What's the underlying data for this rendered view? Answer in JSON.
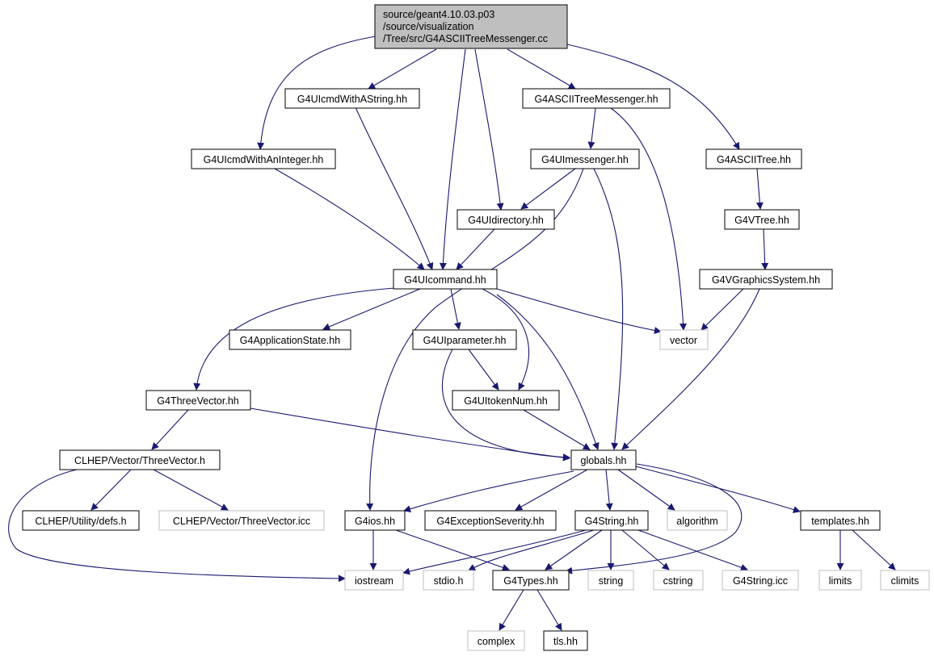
{
  "graph": {
    "root": {
      "line1": "source/geant4.10.03.p03",
      "line2": "/source/visualization",
      "line3": "/Tree/src/G4ASCIITreeMessenger.cc"
    },
    "nodes": {
      "cmd_astring": "G4UIcmdWithAString.hh",
      "ascii_messenger": "G4ASCIITreeMessenger.hh",
      "cmd_aninteger": "G4UIcmdWithAnInteger.hh",
      "uimessenger": "G4UImessenger.hh",
      "asciitree": "G4ASCIITree.hh",
      "uidirectory": "G4UIdirectory.hh",
      "vtree": "G4VTree.hh",
      "uicommand": "G4UIcommand.hh",
      "vgraphics": "G4VGraphicsSystem.hh",
      "appstate": "G4ApplicationState.hh",
      "uiparameter": "G4UIparameter.hh",
      "vector": "vector",
      "threevector": "G4ThreeVector.hh",
      "uitokennum": "G4UItokenNum.hh",
      "clhep_tv": "CLHEP/Vector/ThreeVector.h",
      "globals": "globals.hh",
      "clhep_defs": "CLHEP/Utility/defs.h",
      "clhep_tvicc": "CLHEP/Vector/ThreeVector.icc",
      "g4ios": "G4ios.hh",
      "exception": "G4ExceptionSeverity.hh",
      "g4string": "G4String.hh",
      "algorithm": "algorithm",
      "templates": "templates.hh",
      "iostream": "iostream",
      "stdio": "stdio.h",
      "g4types": "G4Types.hh",
      "string": "string",
      "cstring": "cstring",
      "g4stringicc": "G4String.icc",
      "limits": "limits",
      "climits": "climits",
      "complex": "complex",
      "tls": "tls.hh"
    },
    "colors": {
      "edge": "#191970",
      "root_fill": "#bfbfbf",
      "header_border": "#000000",
      "system_border": "#bfbfbf"
    }
  }
}
